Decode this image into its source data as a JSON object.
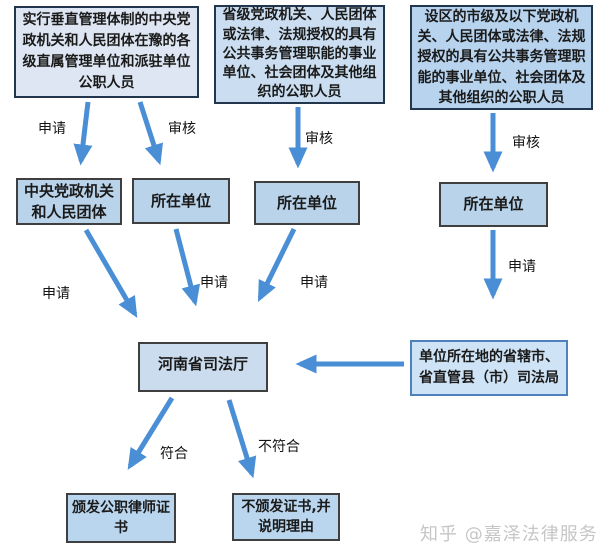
{
  "nodes": {
    "top_left": {
      "text": "实行垂直管理体制的中央党政机关和人民团体在豫的各级直属管理单位和派驻单位公职人员"
    },
    "top_middle": {
      "text": "省级党政机关、人民团体或法律、法规授权的具有公共事务管理职能的事业单位、社会团体及其他组织的公职人员"
    },
    "top_right": {
      "text": "设区的市级及以下党政机关、人民团体或法律、法规授权的具有公共事务管理职能的事业单位、社会团体及其他组织的公职人员"
    },
    "central_org": {
      "text": "中央党政机关和人民团体"
    },
    "unit_left": {
      "text": "所在单位"
    },
    "unit_middle": {
      "text": "所在单位"
    },
    "unit_right": {
      "text": "所在单位"
    },
    "justice_dept": {
      "text": "河南省司法厅"
    },
    "local_justice": {
      "text": "单位所在地的省辖市、省直管县（市）司法局"
    },
    "issue_cert": {
      "text": "颁发公职律师证书"
    },
    "no_cert": {
      "text": "不颁发证书,并说明理由"
    }
  },
  "edge_labels": {
    "apply_1": "申请",
    "review_1": "审核",
    "review_2": "审核",
    "review_3": "审核",
    "apply_2": "申请",
    "apply_3": "申请",
    "apply_4": "申请",
    "apply_5": "申请",
    "pass": "符合",
    "fail": "不符合"
  },
  "watermark": "知乎 @嘉泽法律服务",
  "colors": {
    "arrow_blue": "#4a8fd6",
    "top_box_fill": "#dde6f2",
    "top_box_border": "#22364e",
    "mid_box_fill": "#b9d3ea",
    "mid_box_border": "#3f3f3f",
    "local_box_border": "#4f81bd",
    "watermark_gray": "#c6c6c6"
  }
}
